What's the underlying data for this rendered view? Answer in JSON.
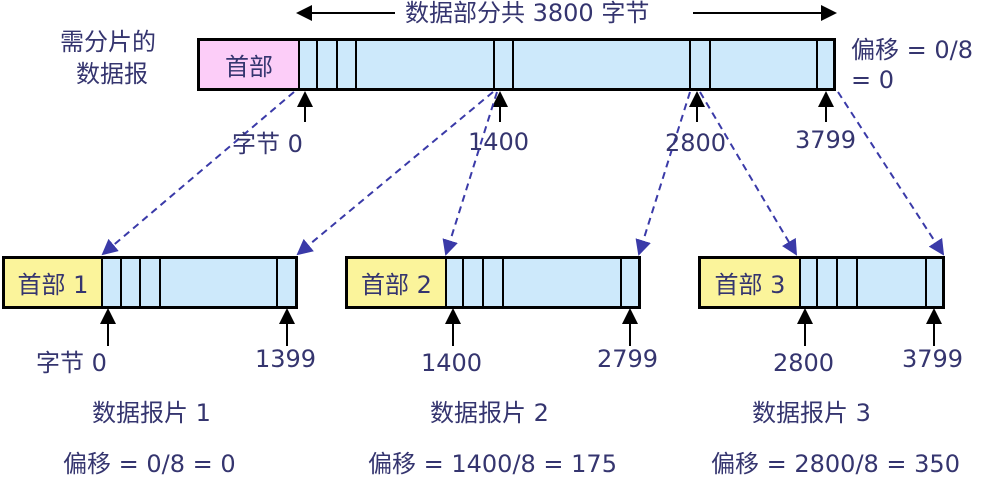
{
  "title": {
    "data_length_label": "数据部分共 3800 字节"
  },
  "original": {
    "label_line1": "需分片的",
    "label_line2": "数据报",
    "header_label": "首部",
    "header_color": "#fccdf8",
    "data_color": "#cde9fb",
    "offset_line1": "偏移 = 0/8",
    "offset_line2": "= 0",
    "markers": [
      {
        "label": "字节 0",
        "byte": 0
      },
      {
        "label": "1400",
        "byte": 1400
      },
      {
        "label": "2800",
        "byte": 2800
      },
      {
        "label": "3799",
        "byte": 3799
      }
    ]
  },
  "fragments": [
    {
      "header_label": "首部 1",
      "start_label": "字节 0",
      "end_label": "1399",
      "name": "数据报片 1",
      "offset": "偏移 = 0/8 = 0"
    },
    {
      "header_label": "首部 2",
      "start_label": "1400",
      "end_label": "2799",
      "name": "数据报片 2",
      "offset": "偏移 = 1400/8 = 175"
    },
    {
      "header_label": "首部 3",
      "start_label": "2800",
      "end_label": "3799",
      "name": "数据报片 3",
      "offset": "偏移 = 2800/8 = 350"
    }
  ],
  "colors": {
    "fragment_header": "#fbf49b",
    "data": "#cde9fb",
    "dashed_line": "#3a3aa8",
    "text": "#35356f"
  }
}
